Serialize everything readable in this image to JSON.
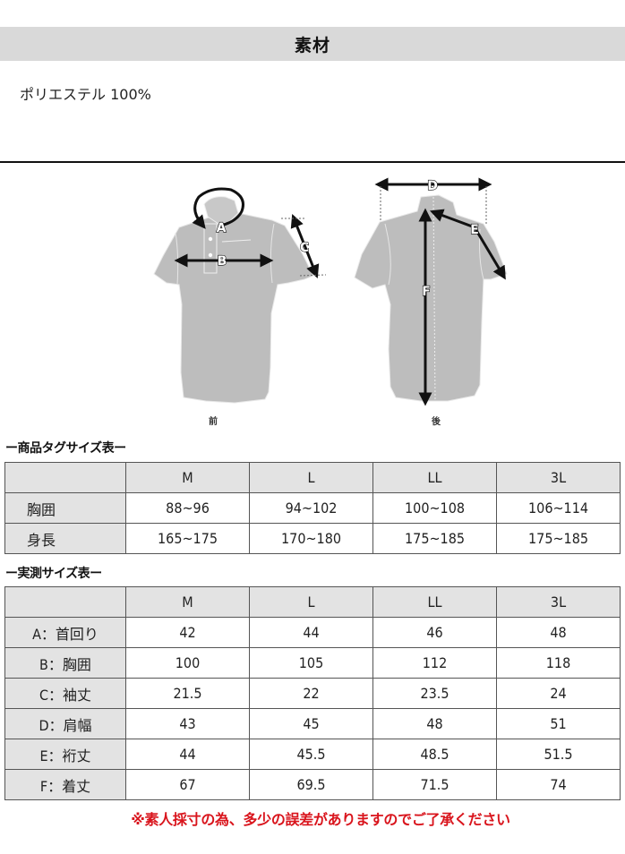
{
  "material": {
    "heading": "素材",
    "value": "ポリエステル 100%"
  },
  "diagram": {
    "front_label": "前",
    "back_label": "後",
    "markers": {
      "A": "A",
      "B": "B",
      "C": "C",
      "D": "D",
      "E": "E",
      "F": "F"
    },
    "colors": {
      "shirt": "#bdbdbd",
      "arrow": "#111111"
    }
  },
  "tag_table": {
    "title": "ー商品タグサイズ表ー",
    "columns": [
      "",
      "M",
      "L",
      "LL",
      "3L"
    ],
    "rows": [
      {
        "label": "胸囲",
        "values": [
          "88~96",
          "94~102",
          "100~108",
          "106~114"
        ]
      },
      {
        "label": "身長",
        "values": [
          "165~175",
          "170~180",
          "175~185",
          "175~185"
        ]
      }
    ]
  },
  "measured_table": {
    "title": "ー実測サイズ表ー",
    "columns": [
      "",
      "M",
      "L",
      "LL",
      "3L"
    ],
    "rows": [
      {
        "label": "A：首回り",
        "values": [
          "42",
          "44",
          "46",
          "48"
        ]
      },
      {
        "label": "B：胸囲",
        "values": [
          "100",
          "105",
          "112",
          "118"
        ]
      },
      {
        "label": "C：袖丈",
        "values": [
          "21.5",
          "22",
          "23.5",
          "24"
        ]
      },
      {
        "label": "D：肩幅",
        "values": [
          "43",
          "45",
          "48",
          "51"
        ]
      },
      {
        "label": "E：裄丈",
        "values": [
          "44",
          "45.5",
          "48.5",
          "51.5"
        ]
      },
      {
        "label": "F：着丈",
        "values": [
          "67",
          "69.5",
          "71.5",
          "74"
        ]
      }
    ]
  },
  "note": {
    "text": "※素人採寸の為、多少の誤差がありますのでご了承ください",
    "color": "#d9141c"
  }
}
